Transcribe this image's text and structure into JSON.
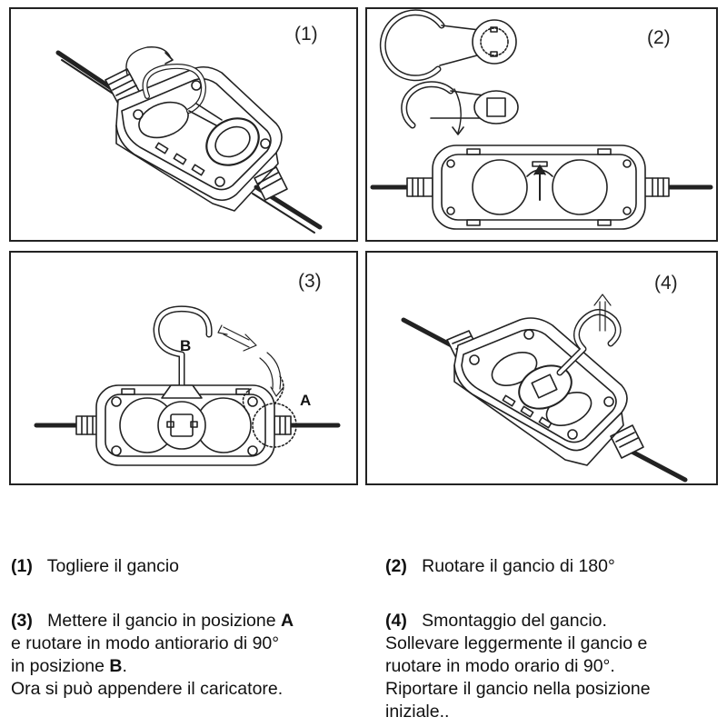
{
  "panels": [
    {
      "number": "(1)"
    },
    {
      "number": "(2)"
    },
    {
      "number": "(3)",
      "labels": {
        "a": "A",
        "b": "B"
      }
    },
    {
      "number": "(4)"
    }
  ],
  "captions": {
    "c1": {
      "num": "(1)",
      "text": "Togliere il gancio"
    },
    "c2": {
      "num": "(2)",
      "text": "Ruotare il gancio di 180°"
    },
    "c3": {
      "num": "(3)",
      "line1_pre": "Mettere il gancio in posizione ",
      "line1_bold": "A",
      "line2": "e ruotare in modo antiorario di 90°",
      "line3_pre": "in posizione ",
      "line3_bold": "B",
      "line3_post": ".",
      "line4": "Ora si può appendere il caricatore."
    },
    "c4": {
      "num": "(4)",
      "line1": "Smontaggio del gancio.",
      "line2": "Sollevare leggermente il gancio e",
      "line3": "ruotare in modo orario di 90°.",
      "line4": "Riportare il gancio nella posizione",
      "line5": "iniziale.."
    }
  }
}
